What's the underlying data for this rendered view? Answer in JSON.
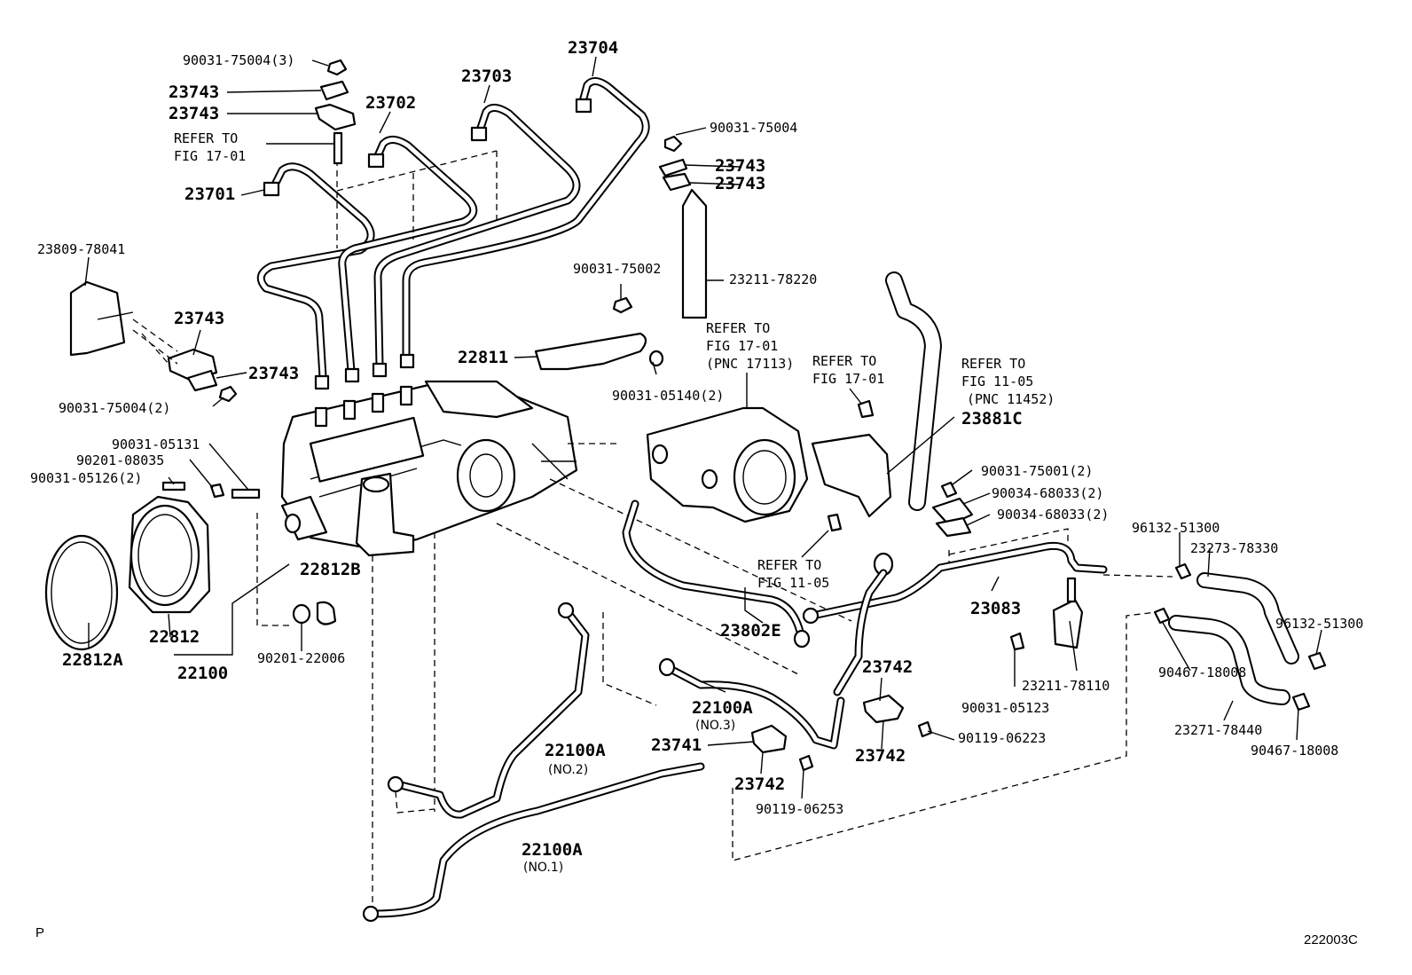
{
  "labels": {
    "nut_75004_3": "90031-75004(3)",
    "clamp_23743_a": "23743",
    "clamp_23743_b": "23743",
    "refer_1701_a_l1": "REFER TO",
    "refer_1701_a_l2": "FIG 17-01",
    "pipe_23701": "23701",
    "pipe_23702": "23702",
    "pipe_23703": "23703",
    "pipe_23704": "23704",
    "nut_75004": "90031-75004",
    "clamp_23743_c": "23743",
    "clamp_23743_d": "23743",
    "nut_75002": "90031-75002",
    "bracket_78220": "23211-78220",
    "bracket_78041": "23809-78041",
    "clamp_23743_e": "23743",
    "clamp_23743_f": "23743",
    "nut_75004_2": "90031-75004(2)",
    "bracket_22811": "22811",
    "bolt_05140": "90031-05140(2)",
    "refer_1701_b_l1": "REFER TO",
    "refer_1701_b_l2": "FIG 17-01",
    "refer_1701_b_l3": "(PNC 17113)",
    "refer_1701_c_l1": "REFER TO",
    "refer_1701_c_l2": "FIG 17-01",
    "refer_1105_a_l1": "REFER TO",
    "refer_1105_a_l2": "FIG 11-05",
    "refer_1105_a_l3": "(PNC 11452)",
    "hose_23881c": "23881C",
    "bolt_05131": "90031-05131",
    "washer_08035": "90201-08035",
    "stud_05126": "90031-05126(2)",
    "nut_75001": "90031-75001(2)",
    "clip_68033_a": "90034-68033(2)",
    "clip_68033_b": "90034-68033(2)",
    "clamp_51300_a": "96132-51300",
    "hose_78330": "23273-78330",
    "clamp_51300_b": "96132-51300",
    "refer_1105_b_l1": "REFER TO",
    "refer_1105_b_l2": "FIG 11-05",
    "plug_22812b": "22812B",
    "pipe_23083": "23083",
    "pipe_23802e": "23802E",
    "clip_18008_a": "90467-18008",
    "bracket_22812": "22812",
    "oring_22812a": "22812A",
    "pump_22100": "22100",
    "gasket_22006": "90201-22006",
    "clamp_23742_a": "23742",
    "bolt_05123": "90031-05123",
    "bracket_78110": "23211-78110",
    "pipe_22100a_3": "22100A",
    "pipe_22100a_3_no": "(NO.3)",
    "bolt_06223": "90119-06223",
    "clamp_23742_b": "23742",
    "hose_78440": "23271-78440",
    "clip_18008_b": "90467-18008",
    "clamp_23741": "23741",
    "pipe_22100a_2": "22100A",
    "pipe_22100a_2_no": "(NO.2)",
    "clamp_23742_c": "23742",
    "bolt_06253": "90119-06253",
    "pipe_22100a_1": "22100A",
    "pipe_22100a_1_no": "(NO.1)",
    "corner_p": "P",
    "figure_code": "222003C"
  }
}
